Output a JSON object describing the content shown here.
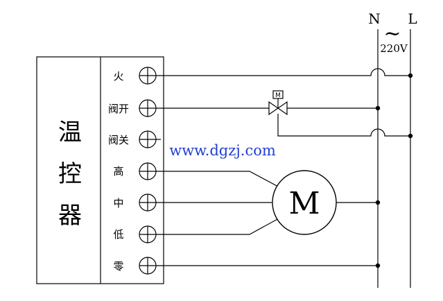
{
  "controller": {
    "label_chars": [
      "温",
      "控",
      "器"
    ]
  },
  "terminals": [
    {
      "label": "火"
    },
    {
      "label": "阀开"
    },
    {
      "label": "阀关"
    },
    {
      "label": "高"
    },
    {
      "label": "中"
    },
    {
      "label": "低"
    },
    {
      "label": "零"
    }
  ],
  "power": {
    "neutral_label": "N",
    "live_label": "L",
    "ac_symbol": "~",
    "voltage_label": "220V"
  },
  "valve": {
    "label": "M"
  },
  "motor": {
    "label": "M"
  },
  "watermark": {
    "text": "www.dgzj.com"
  },
  "colors": {
    "line": "#000000",
    "watermark": "#1f3fd0",
    "background": "#ffffff"
  }
}
